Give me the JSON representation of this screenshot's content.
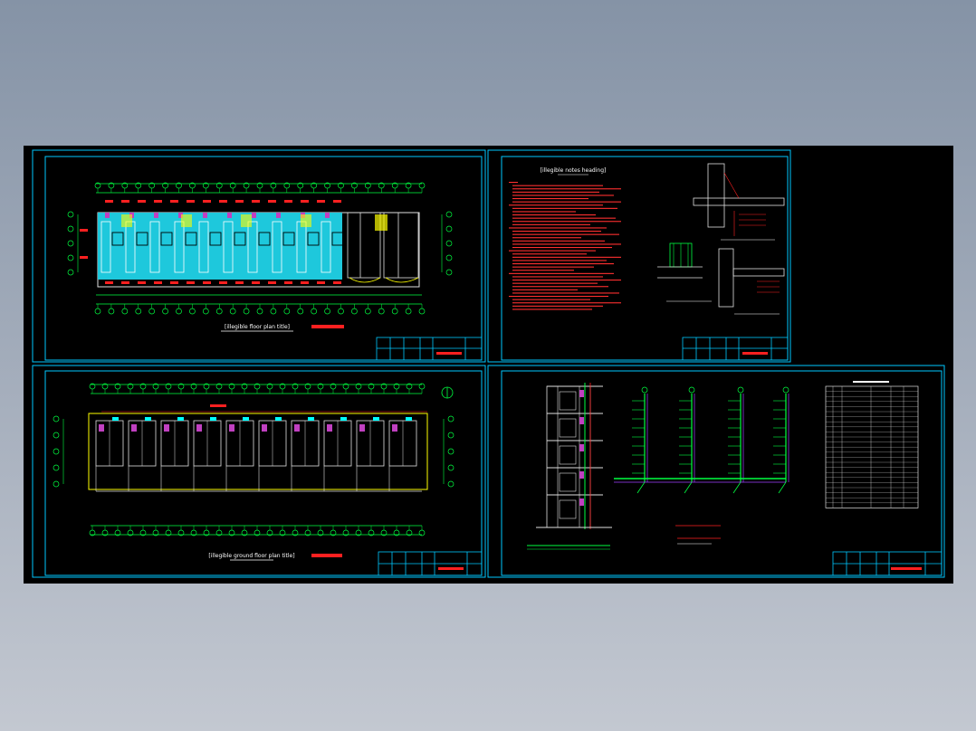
{
  "viewer": {
    "background_top": "#8593a6",
    "background_bottom": "#c3c8d1"
  },
  "colors": {
    "canvas": "#000000",
    "frame": "#00c8ff",
    "wall": "#00ffff",
    "dim": "#ffff00",
    "accent": "#ff2020",
    "fixture": "#c040c0",
    "pipe_green": "#00ff40",
    "pipe_purple": "#a040ff",
    "text": "#ffffff"
  },
  "sheets": [
    {
      "id": "sheet-1",
      "title": "[illegible floor plan title]",
      "icons": [
        "floor-plan-icon",
        "title-block-icon"
      ]
    },
    {
      "id": "sheet-2",
      "title": "[illegible notes heading]",
      "icons": [
        "notes-text-icon",
        "detail-section-icon",
        "title-block-icon"
      ]
    },
    {
      "id": "sheet-3",
      "title": "[illegible ground floor plan title]",
      "icons": [
        "floor-plan-icon",
        "north-arrow-icon",
        "title-block-icon"
      ]
    },
    {
      "id": "sheet-4",
      "title": "[illegible riser diagram title]",
      "icons": [
        "section-elevation-icon",
        "pipe-riser-icon",
        "legend-table-icon",
        "title-block-icon"
      ]
    }
  ]
}
